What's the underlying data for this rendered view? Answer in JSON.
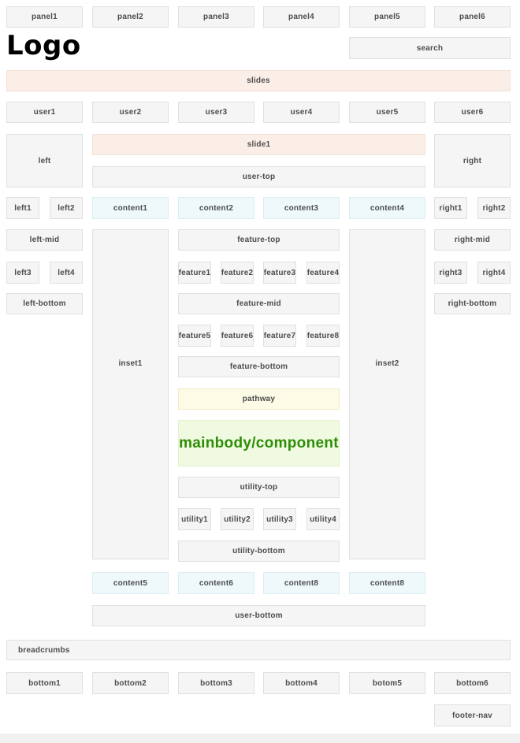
{
  "colors": {
    "box_bg": "#f5f5f5",
    "box_border": "#e0e0e0",
    "pink_bg": "#fbeee7",
    "blue_bg": "#eff9fb",
    "yellow_bg": "#fcfbe5",
    "green_bg": "#effae0",
    "green_text": "#2f8d08",
    "label_text": "#4d4d4d"
  },
  "header": {
    "logo": "Logo",
    "search_label": "search",
    "panels": [
      "panel1",
      "panel2",
      "panel3",
      "panel4",
      "panel5",
      "panel6"
    ]
  },
  "slides": {
    "bar": "slides",
    "slide1": "slide1"
  },
  "users": [
    "user1",
    "user2",
    "user3",
    "user4",
    "user5",
    "user6"
  ],
  "user_bars": {
    "top": "user-top",
    "bottom": "user-bottom"
  },
  "left_column": {
    "main": "left",
    "item1": "left1",
    "item2": "left2",
    "mid": "left-mid",
    "item3": "left3",
    "item4": "left4",
    "bottom": "left-bottom"
  },
  "right_column": {
    "main": "right",
    "item1": "right1",
    "item2": "right2",
    "mid": "right-mid",
    "item3": "right3",
    "item4": "right4",
    "bottom": "right-bottom"
  },
  "content": {
    "top_row": [
      "content1",
      "content2",
      "content3",
      "content4"
    ],
    "bottom_row": [
      "content5",
      "content6",
      "content8",
      "content8"
    ]
  },
  "insets": {
    "inset1": "inset1",
    "inset2": "inset2"
  },
  "features": {
    "top": "feature-top",
    "row1": [
      "feature1",
      "feature2",
      "feature3",
      "feature4"
    ],
    "mid": "feature-mid",
    "row2": [
      "feature5",
      "feature6",
      "feature7",
      "feature8"
    ],
    "bottom": "feature-bottom"
  },
  "pathway": {
    "label": "pathway"
  },
  "mainbody": {
    "label": "mainbody/component"
  },
  "utility": {
    "top": "utility-top",
    "items": [
      "utility1",
      "utility2",
      "utility3",
      "utility4"
    ],
    "bottom": "utility-bottom"
  },
  "breadcrumbs": {
    "label": "breadcrumbs"
  },
  "footer": {
    "bottom_row": [
      "bottom1",
      "bottom2",
      "bottom3",
      "bottom4",
      "botom5",
      "bottom6"
    ],
    "nav": "footer-nav"
  }
}
